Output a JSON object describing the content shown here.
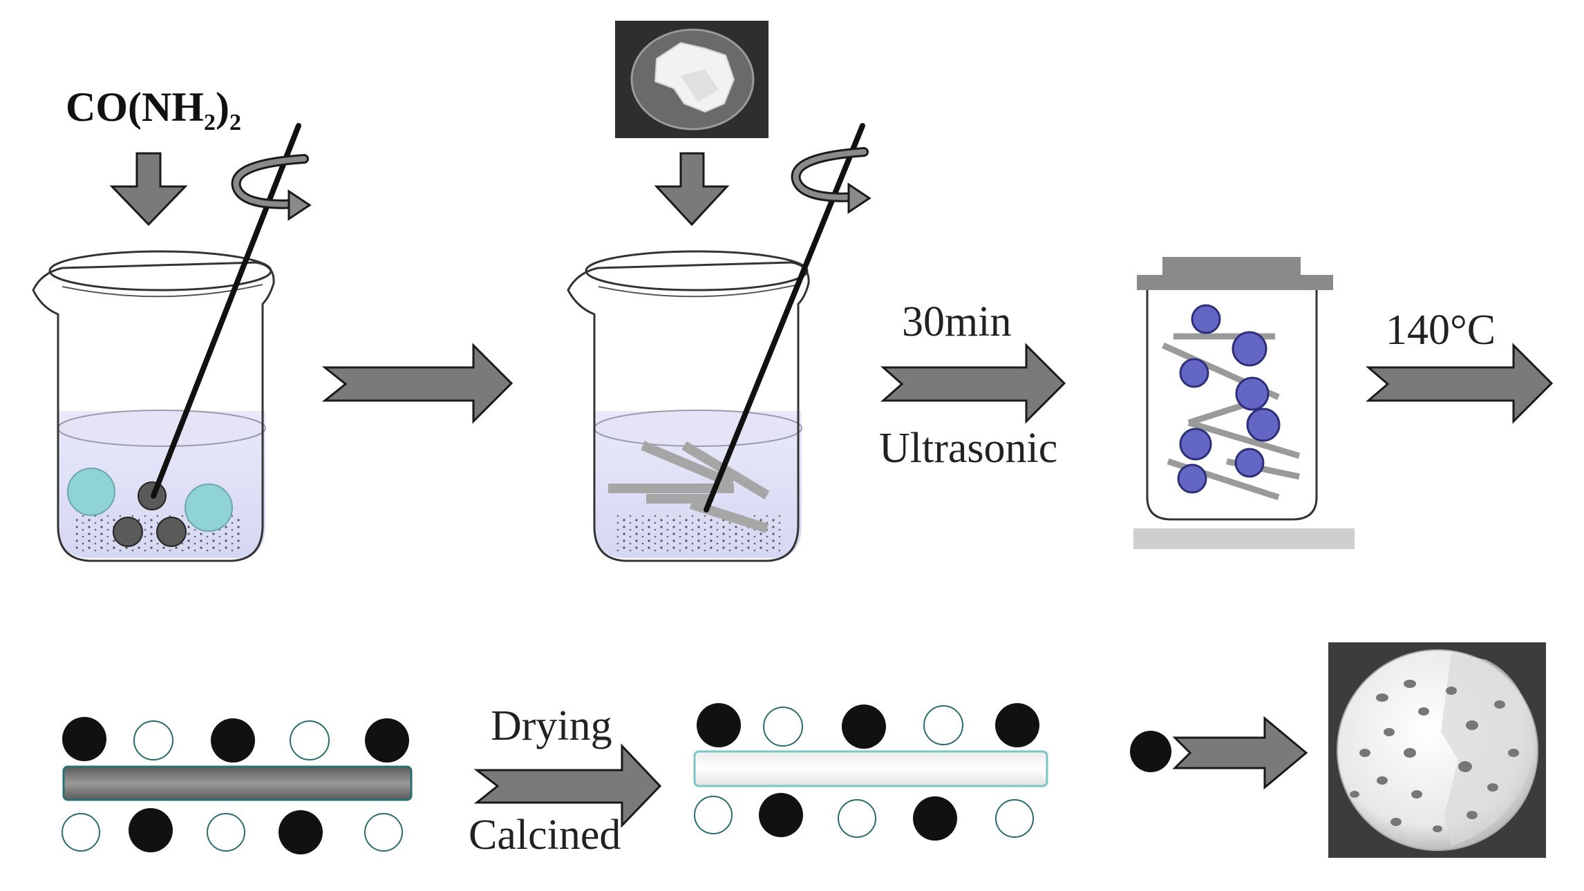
{
  "labels": {
    "reagent_formula_main": "CO(NH",
    "reagent_formula_sub1": "2",
    "reagent_formula_close": ")",
    "reagent_formula_sub2": "2",
    "time": "30min",
    "method": "Ultrasonic",
    "temperature": "140°C",
    "drying": "Drying",
    "calcined": "Calcined"
  },
  "colors": {
    "arrow_fill": "#7a7a7a",
    "arrow_stroke": "#1a1a1a",
    "liquid": "#dfe0f6",
    "teal_particle": "#8fd3d6",
    "dark_particle": "#555555",
    "blue_particle": "#6466c4",
    "rod": "#a6a6a6",
    "black_ball": "#111111",
    "photo_bg": "#3c3c3c"
  },
  "icons": {
    "down_arrow": "down-arrow-icon",
    "rotation": "rotation-icon",
    "right_arrow": "right-arrow-icon",
    "stir_rod": "stir-rod-icon",
    "beaker": "beaker-icon",
    "autoclave": "autoclave-icon",
    "photo": "photo-icon"
  }
}
